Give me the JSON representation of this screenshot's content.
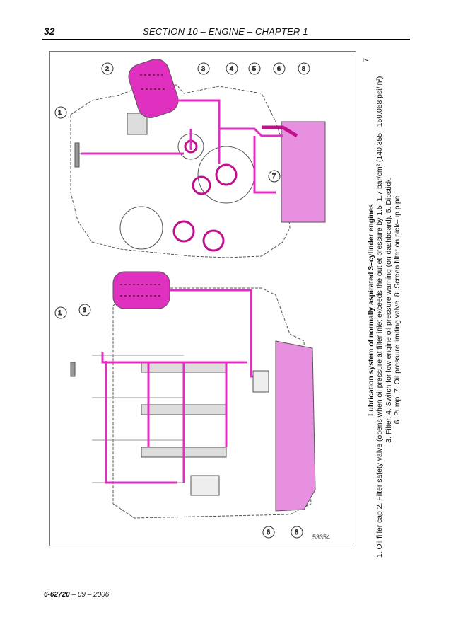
{
  "header": {
    "page_number": "32",
    "section_title": "SECTION 10 – ENGINE – CHAPTER 1"
  },
  "figure": {
    "number": "7",
    "title": "Lubrication system of normally aspirated 3–cylinder engines",
    "caption_line1": "1. Oil filler cap 2. Filter safety valve (opens when oil pressure at filter inlet exceeds the outlet pressure by 1.5–1.7 bar/cm² (140.355– 159.068 psi/in²)",
    "caption_line2": "3. Filter. 4. Switch for low engine oil pressure warning (on dashboard). 5. Dipstick.",
    "caption_line3": "6. Pump. 7. Oil pressure limiting valve. 8. Screen filter on pick–up pipe",
    "drawing_code": "53354",
    "callouts_top": [
      "8",
      "6",
      "5",
      "4",
      "3",
      "2",
      "7",
      "1"
    ],
    "callouts_bottom": [
      "8",
      "6",
      "3",
      "1"
    ]
  },
  "footer": {
    "doc_number": "6-62720",
    "date": " – 09 – 2006"
  },
  "colors": {
    "oil": "#e030c0",
    "oil_dark": "#c0108e",
    "sump": "#e890e0"
  }
}
